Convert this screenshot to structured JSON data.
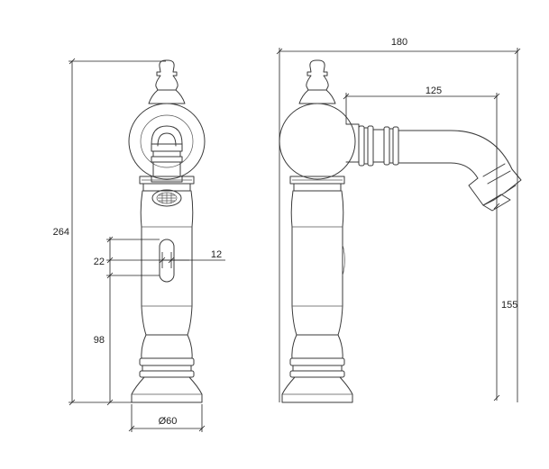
{
  "dimensions": {
    "total_height": "264",
    "total_width": "180",
    "spout_reach": "125",
    "spout_height": "155",
    "slot_height": "22",
    "slot_width": "12",
    "slot_from_base": "98",
    "base_diameter": "Ø60"
  },
  "views": [
    "front-view",
    "side-view"
  ]
}
